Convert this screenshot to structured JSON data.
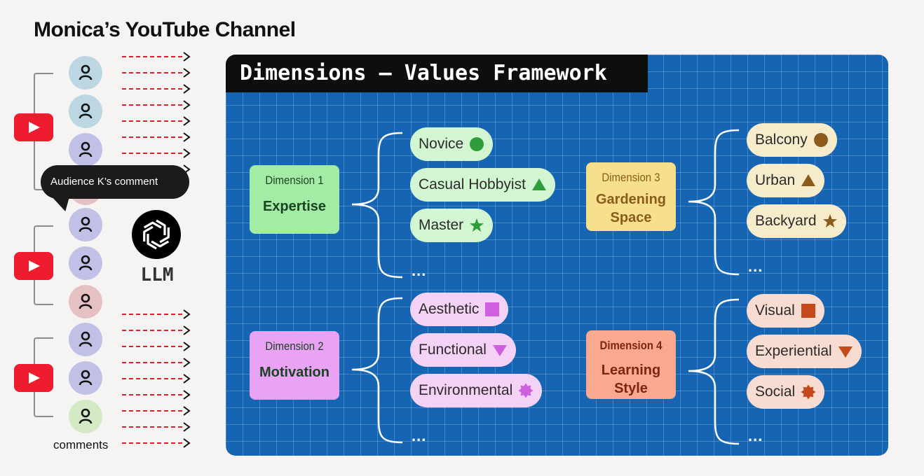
{
  "channel_title": "Monica’s YouTube Channel",
  "bubble_text": "Audience K’s comment",
  "llm_label": "LLM",
  "comments_label": "comments",
  "framework": {
    "title": "Dimensions – Values Framework",
    "dimensions": [
      {
        "label": "Dimension 1",
        "name": "Expertise",
        "color": "#a3eca6",
        "text_color": "#1b4322",
        "values": [
          {
            "text": "Novice",
            "icon": "circle-icon"
          },
          {
            "text": "Casual Hobbyist",
            "icon": "triangle-up-icon"
          },
          {
            "text": "Master",
            "icon": "star-icon"
          }
        ],
        "value_bg": "#d2f6d1",
        "icon_color": "#2f9e3a",
        "more": "..."
      },
      {
        "label": "Dimension 2",
        "name": "Motivation",
        "color": "#eaa2f5",
        "text_color": "#1b4322",
        "values": [
          {
            "text": "Aesthetic",
            "icon": "square-icon"
          },
          {
            "text": "Functional",
            "icon": "triangle-down-icon"
          },
          {
            "text": "Environmental",
            "icon": "starburst-icon"
          }
        ],
        "value_bg": "#f3d2f6",
        "icon_color": "#cf5ee0",
        "more": "..."
      },
      {
        "label": "Dimension 3",
        "name": "Gardening Space",
        "color": "#f6e08c",
        "text_color": "#8b5a1d",
        "values": [
          {
            "text": "Balcony",
            "icon": "circle-icon"
          },
          {
            "text": "Urban",
            "icon": "triangle-up-icon"
          },
          {
            "text": "Backyard",
            "icon": "star-icon"
          }
        ],
        "value_bg": "#f6eccb",
        "icon_color": "#8b5a1d",
        "more": "..."
      },
      {
        "label": "Dimension 4",
        "name": "Learning Style",
        "color": "#f8a990",
        "text_color": "#7f2412",
        "values": [
          {
            "text": "Visual",
            "icon": "square-icon"
          },
          {
            "text": "Experiential",
            "icon": "triangle-down-icon"
          },
          {
            "text": "Social",
            "icon": "starburst-icon"
          }
        ],
        "value_bg": "#f9dcd1",
        "icon_color": "#c44a1b",
        "more": "..."
      }
    ]
  },
  "colors": {
    "panel_blue": "#1565b3",
    "youtube_red": "#ee1c2e",
    "arrow_red": "#d8212c"
  },
  "icons": [
    "youtube-play-icon",
    "user-icon",
    "openai-logo-icon"
  ]
}
